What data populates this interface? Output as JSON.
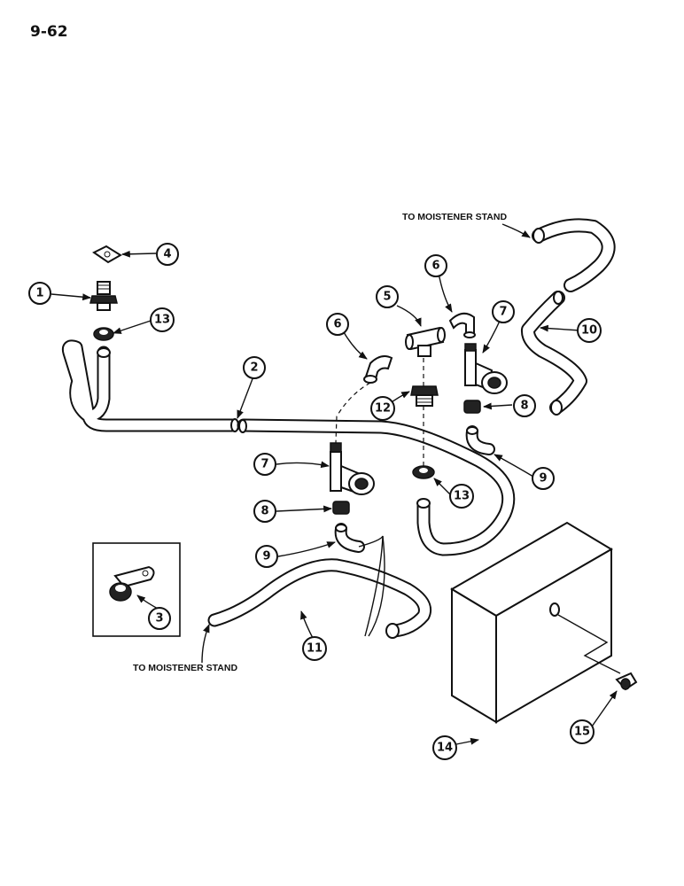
{
  "page": {
    "number": "9-62"
  },
  "labels": {
    "to_moistener_top": "TO MOISTENER STAND",
    "to_moistener_bottom": "TO MOISTENER STAND"
  },
  "callouts": [
    {
      "id": "c1",
      "text": "1"
    },
    {
      "id": "c2",
      "text": "2"
    },
    {
      "id": "c3",
      "text": "3"
    },
    {
      "id": "c4",
      "text": "4"
    },
    {
      "id": "c5",
      "text": "5"
    },
    {
      "id": "c6a",
      "text": "6"
    },
    {
      "id": "c6b",
      "text": "6"
    },
    {
      "id": "c7a",
      "text": "7"
    },
    {
      "id": "c7b",
      "text": "7"
    },
    {
      "id": "c8a",
      "text": "8"
    },
    {
      "id": "c8b",
      "text": "8"
    },
    {
      "id": "c9a",
      "text": "9"
    },
    {
      "id": "c9b",
      "text": "9"
    },
    {
      "id": "c10",
      "text": "10"
    },
    {
      "id": "c11",
      "text": "11"
    },
    {
      "id": "c12",
      "text": "12"
    },
    {
      "id": "c13a",
      "text": "13"
    },
    {
      "id": "c13b",
      "text": "13"
    },
    {
      "id": "c14",
      "text": "14"
    },
    {
      "id": "c15",
      "text": "15"
    }
  ]
}
